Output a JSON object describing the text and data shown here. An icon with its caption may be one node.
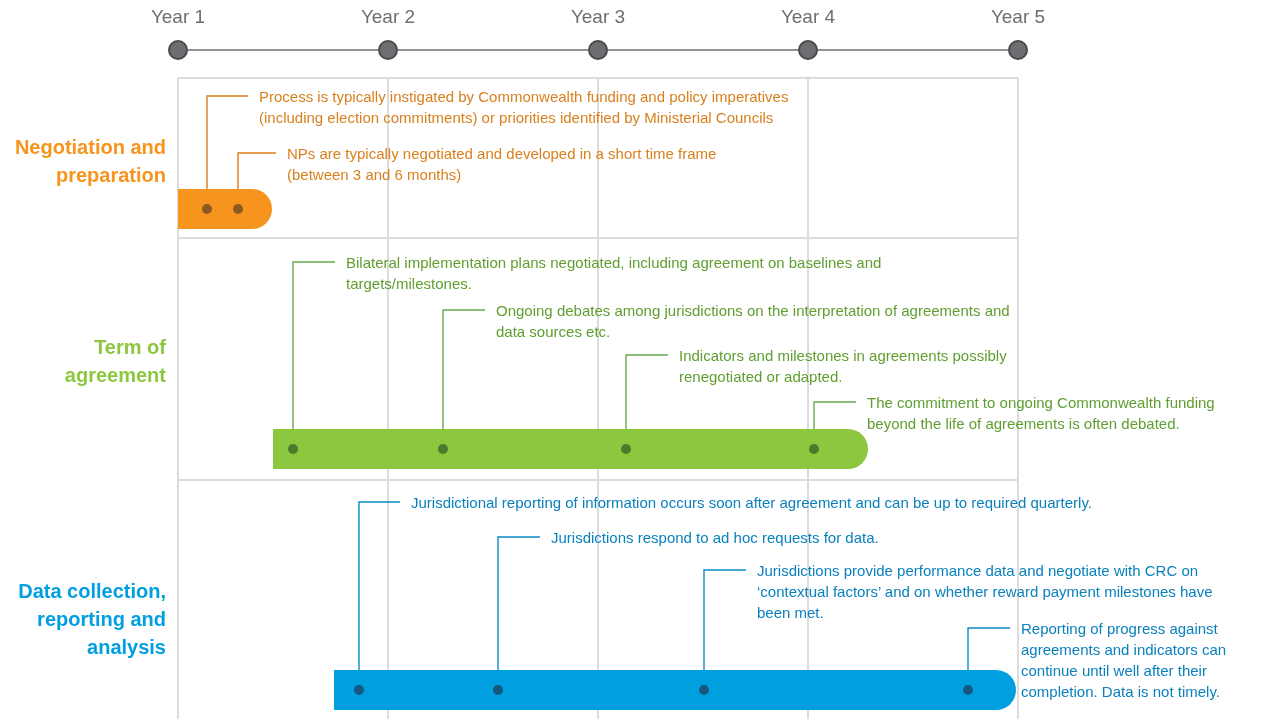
{
  "diagram": {
    "nodes": [
      {
        "text": [],
        "shape": "circle",
        "beside": [
          "Year 1"
        ]
      },
      {
        "text": [],
        "shape": "circle",
        "beside": [
          "Year 2"
        ]
      },
      {
        "text": [],
        "shape": "circle",
        "beside": [
          "Year 3"
        ]
      },
      {
        "text": [],
        "shape": "circle",
        "beside": [
          "Year 4"
        ]
      },
      {
        "text": [],
        "shape": "circle",
        "beside": [
          "Year 5"
        ]
      },
      {
        "text": [
          "Process is typically instigated by Commonwealth funding and policy imperatives (including election commitments) or priorities identified by Ministerial Councils"
        ]
      },
      {
        "text": [
          "NPs are typically negotiated and developed in a short time frame (between 3 and  6 months)"
        ]
      },
      {
        "text": [],
        "shape": "bar"
      },
      {
        "text": [],
        "shape": "circle",
        "in": 7
      },
      {
        "text": [],
        "shape": "circle",
        "in": 7
      },
      {
        "text": [
          "Bilateral implementation plans negotiated, including agreement on baselines and targets/milestones."
        ]
      },
      {
        "text": [
          "Ongoing debates among jurisdictions on the interpretation of agreements and data sources  etc."
        ]
      },
      {
        "text": [
          "Indicators and milestones in agreements possibly renegotiated or adapted."
        ]
      },
      {
        "text": [
          "The commitment to ongoing Commonwealth funding beyond the life of agreements is often debated."
        ]
      },
      {
        "text": [],
        "shape": "bar"
      },
      {
        "text": [],
        "shape": "circle",
        "in": 14
      },
      {
        "text": [],
        "shape": "circle",
        "in": 14
      },
      {
        "text": [],
        "shape": "circle",
        "in": 14
      },
      {
        "text": [],
        "shape": "circle",
        "in": 14
      },
      {
        "text": [
          "Jurisdictional reporting of information occurs soon after agreement and can be up to required quarterly."
        ]
      },
      {
        "text": [
          "Jurisdictions  respond to ad hoc requests for data."
        ]
      },
      {
        "text": [
          "Jurisdictions  provide performance data and negotiate with CRC on ‘contextual factors’ and on whether reward payment milestones have been met."
        ]
      },
      {
        "text": [
          "Reporting of progress against agreements and indicators can continue until well after their completion. Data is not timely."
        ]
      },
      {
        "text": [],
        "shape": "bar"
      },
      {
        "text": [],
        "shape": "circle",
        "in": 23
      },
      {
        "text": [],
        "shape": "circle",
        "in": 23
      },
      {
        "text": [],
        "shape": "circle",
        "in": 23
      },
      {
        "text": [],
        "shape": "circle",
        "in": 23
      }
    ],
    "edges": [
      {
        "from": 0,
        "to": 1,
        "arrow": "none"
      },
      {
        "from": 1,
        "to": 2,
        "arrow": "none"
      },
      {
        "from": 2,
        "to": 3,
        "arrow": "none"
      },
      {
        "from": 3,
        "to": 4,
        "arrow": "none"
      },
      {
        "from": 5,
        "to": 8,
        "arrow": "none",
        "color": "#e07b1a"
      },
      {
        "from": 6,
        "to": 9,
        "arrow": "none",
        "color": "#e07b1a"
      },
      {
        "from": 10,
        "to": 15,
        "arrow": "none",
        "color": "#6aa84f"
      },
      {
        "from": 11,
        "to": 16,
        "arrow": "none",
        "color": "#6aa84f"
      },
      {
        "from": 12,
        "to": 17,
        "arrow": "none",
        "color": "#6aa84f"
      },
      {
        "from": 13,
        "to": 18,
        "arrow": "none",
        "color": "#6aa84f"
      },
      {
        "from": 19,
        "to": 24,
        "arrow": "none",
        "color": "#0a8bc6"
      },
      {
        "from": 20,
        "to": 25,
        "arrow": "none",
        "color": "#0a8bc6"
      },
      {
        "from": 21,
        "to": 26,
        "arrow": "none",
        "color": "#0a8bc6"
      },
      {
        "from": 22,
        "to": 27,
        "arrow": "none",
        "color": "#0a8bc6"
      }
    ],
    "labels": [
      "Negotiation and preparation",
      "Term of agreement",
      "Data collection, reporting and analysis"
    ]
  }
}
